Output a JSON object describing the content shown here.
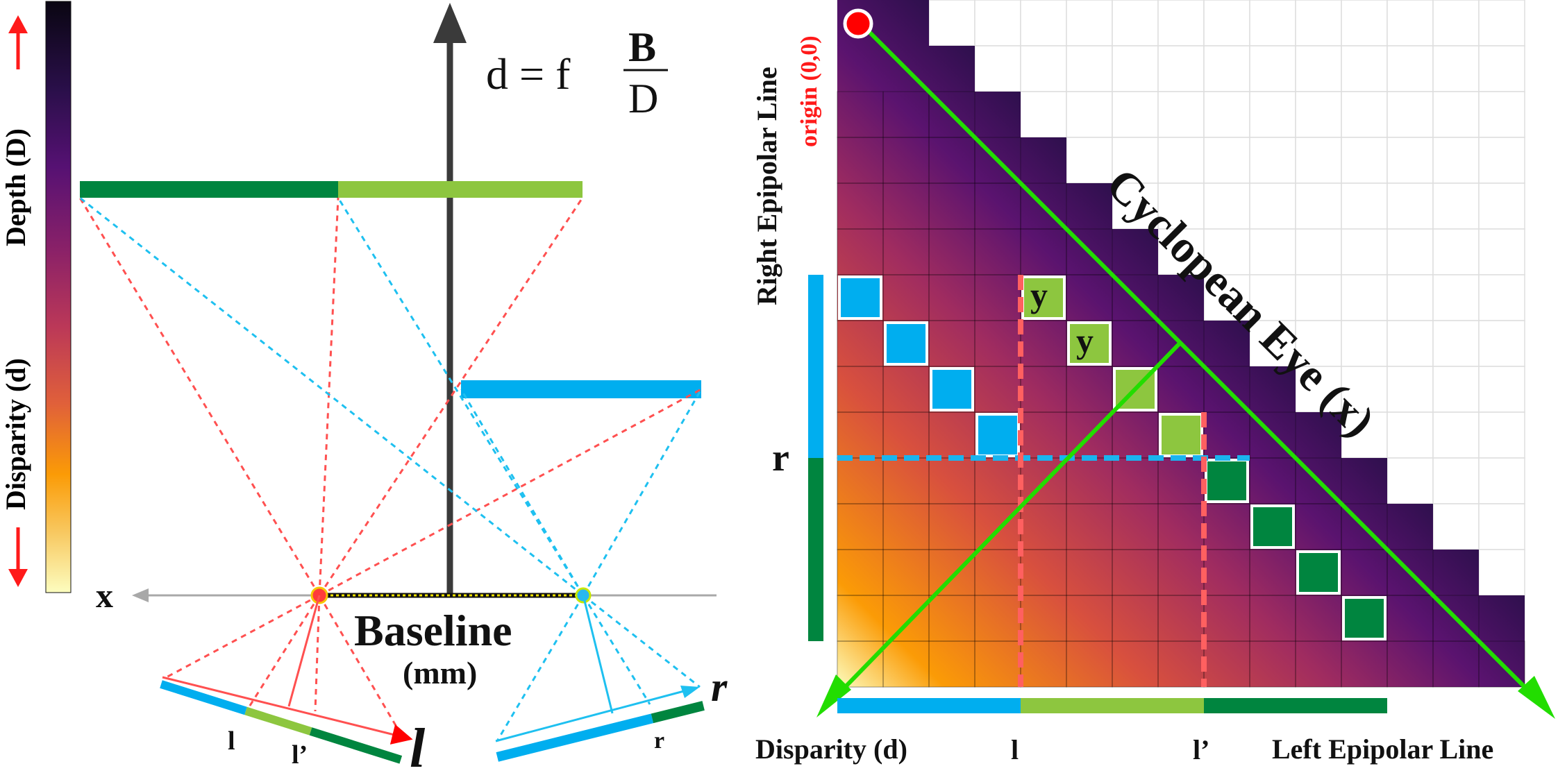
{
  "colorbar": {
    "depth_label": "Depth (D)",
    "disparity_label": "Disparity (d)",
    "gradient_colors": [
      "#0a0612",
      "#2a0f4a",
      "#561173",
      "#8a2168",
      "#bb3858",
      "#e0603a",
      "#fb9b06",
      "#f8c962",
      "#fcfdbf"
    ]
  },
  "formula": {
    "lhs": "d = f",
    "numerator": "B",
    "denominator": "D"
  },
  "geometry_panel": {
    "x_axis_label": "x",
    "baseline_label": "Baseline",
    "baseline_unit": "(mm)",
    "left_camera_label": "l",
    "right_camera_label": "r",
    "left_segment_label_1": "l",
    "left_segment_label_2": "l’",
    "right_segment_label": "r"
  },
  "matrix_panel": {
    "right_epipolar_label": "Right Epipolar Line",
    "origin_label": "origin (0,0)",
    "cyclopean_label": "Cyclopean Eye (x)",
    "y_label_1": "y",
    "y_label_2": "y",
    "r_label": "r",
    "bottom_left_label": "Disparity (d)",
    "bottom_tick_1": "l",
    "bottom_tick_2": "l’",
    "bottom_right_label": "Left Epipolar Line"
  },
  "colors": {
    "blue": "#00aeef",
    "light_green": "#8dc63f",
    "dark_green": "#00853f",
    "red": "#ff0000",
    "bright_green": "#22dd00",
    "axis": "#3a3a3a"
  }
}
